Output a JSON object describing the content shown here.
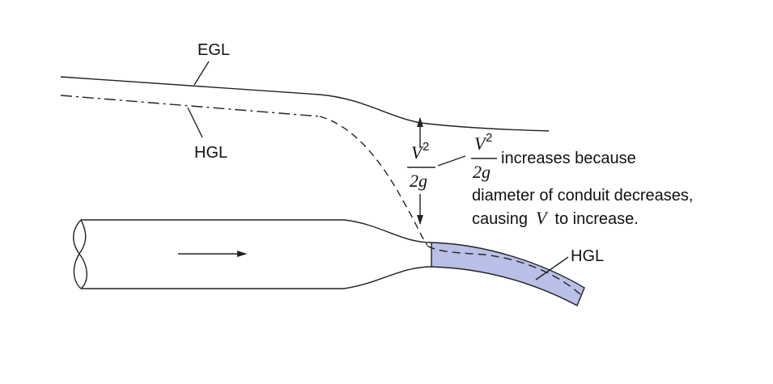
{
  "labels": {
    "egl": "EGL",
    "hgl_upper": "HGL",
    "hgl_lower": "HGL"
  },
  "velocity_head": {
    "numerator_var": "V",
    "exponent": "2",
    "denominator": "2g"
  },
  "annotation": {
    "line1_suffix": "increases because",
    "line2": "diameter of conduit decreases,",
    "line3_prefix": "causing",
    "line3_var": "V",
    "line3_suffix": "to increase."
  },
  "colors": {
    "line": "#222222",
    "pipe_fill": "#b9bfe6",
    "background": "#ffffff"
  }
}
